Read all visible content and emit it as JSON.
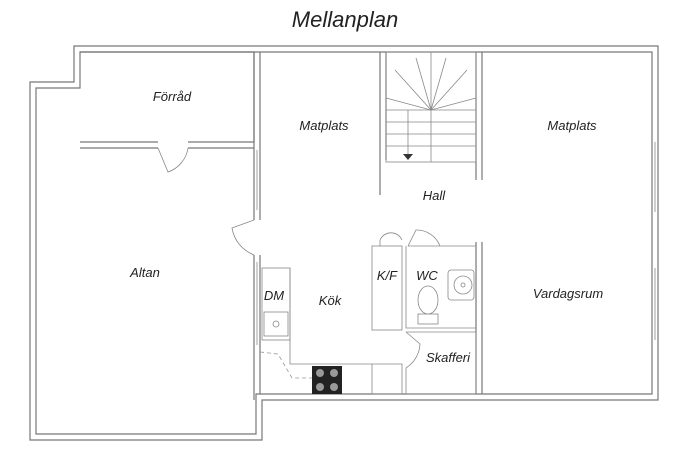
{
  "plan": {
    "title": "Mellanplan",
    "rooms": {
      "forrad": "Förråd",
      "matplats_left": "Matplats",
      "matplats_right": "Matplats",
      "hall": "Hall",
      "altan": "Altan",
      "kf": "K/F",
      "wc": "WC",
      "dm": "DM",
      "kok": "Kök",
      "vardagsrum": "Vardagsrum",
      "skafferi": "Skafferi"
    }
  }
}
